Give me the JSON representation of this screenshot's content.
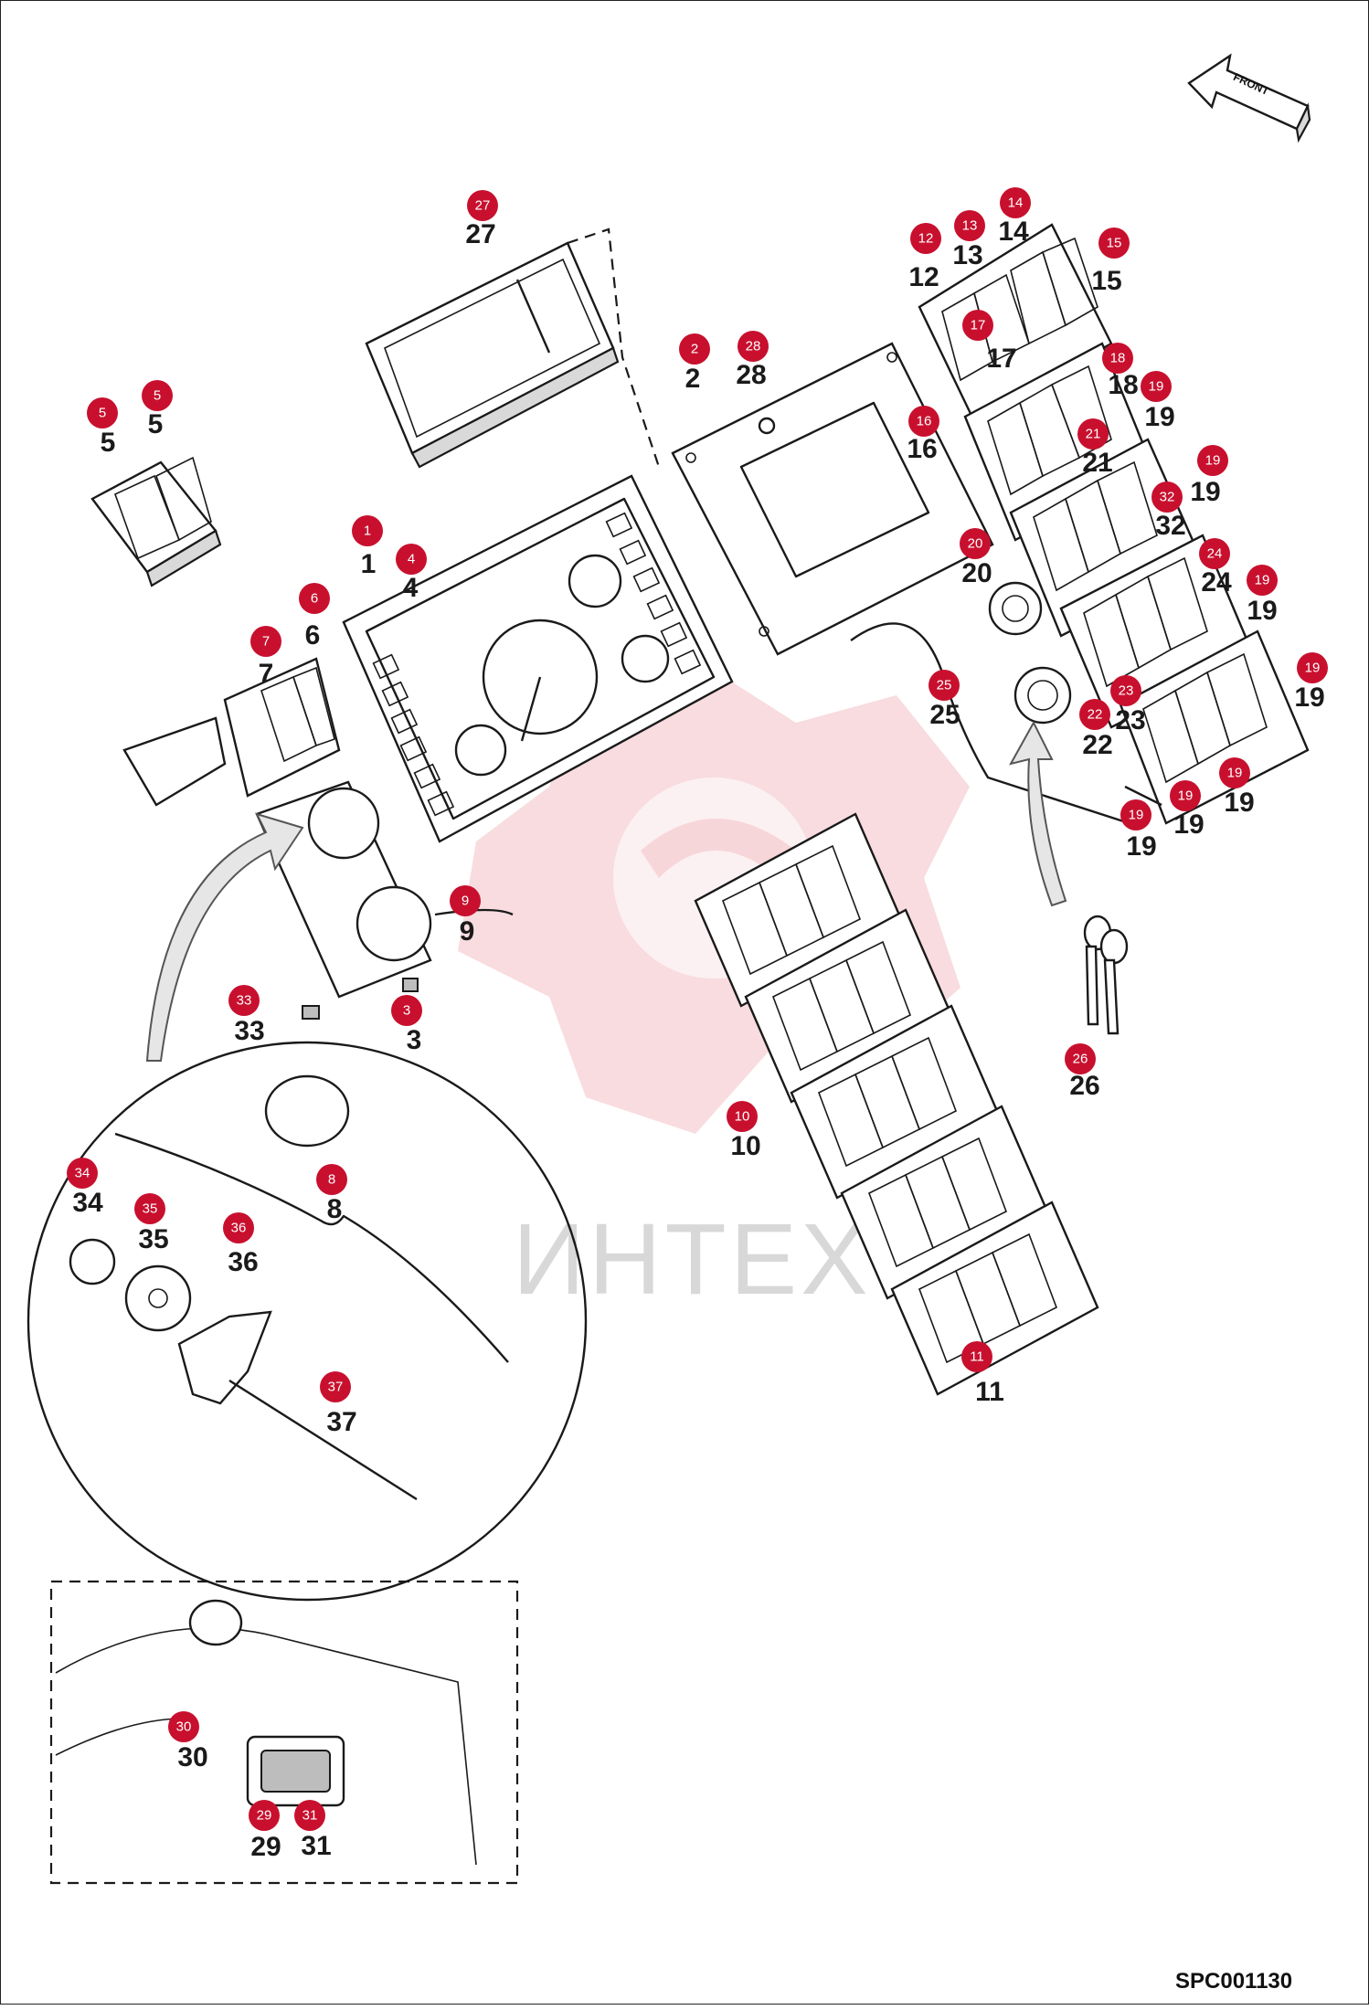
{
  "diagram": {
    "code": "SPC001130",
    "watermark": "ИНТЕХ",
    "front_arrow_label": "FRONT",
    "accent_color": "#c8102e",
    "callouts": [
      {
        "id": "c27",
        "label": "27"
      },
      {
        "id": "c14",
        "label": "14"
      },
      {
        "id": "c13",
        "label": "13"
      },
      {
        "id": "c12",
        "label": "12"
      },
      {
        "id": "c15",
        "label": "15"
      },
      {
        "id": "c17",
        "label": "17"
      },
      {
        "id": "c2",
        "label": "2"
      },
      {
        "id": "c28",
        "label": "28"
      },
      {
        "id": "c18",
        "label": "18"
      },
      {
        "id": "c19a",
        "label": "19"
      },
      {
        "id": "c16",
        "label": "16"
      },
      {
        "id": "c21",
        "label": "21"
      },
      {
        "id": "c19b",
        "label": "19"
      },
      {
        "id": "c32",
        "label": "32"
      },
      {
        "id": "c5a",
        "label": "5"
      },
      {
        "id": "c5b",
        "label": "5"
      },
      {
        "id": "c1",
        "label": "1"
      },
      {
        "id": "c4",
        "label": "4"
      },
      {
        "id": "c20",
        "label": "20"
      },
      {
        "id": "c24",
        "label": "24"
      },
      {
        "id": "c19c",
        "label": "19"
      },
      {
        "id": "c6",
        "label": "6"
      },
      {
        "id": "c7",
        "label": "7"
      },
      {
        "id": "c25",
        "label": "25"
      },
      {
        "id": "c19d",
        "label": "19"
      },
      {
        "id": "c23",
        "label": "23"
      },
      {
        "id": "c22",
        "label": "22"
      },
      {
        "id": "c19e",
        "label": "19"
      },
      {
        "id": "c19f",
        "label": "19"
      },
      {
        "id": "c19g",
        "label": "19"
      },
      {
        "id": "c9",
        "label": "9"
      },
      {
        "id": "c33",
        "label": "33"
      },
      {
        "id": "c3",
        "label": "3"
      },
      {
        "id": "c26",
        "label": "26"
      },
      {
        "id": "c10",
        "label": "10"
      },
      {
        "id": "c8",
        "label": "8"
      },
      {
        "id": "c34",
        "label": "34"
      },
      {
        "id": "c35",
        "label": "35"
      },
      {
        "id": "c36",
        "label": "36"
      },
      {
        "id": "c11",
        "label": "11"
      },
      {
        "id": "c37",
        "label": "37"
      },
      {
        "id": "c30",
        "label": "30"
      },
      {
        "id": "c29",
        "label": "29"
      },
      {
        "id": "c31",
        "label": "31"
      }
    ]
  }
}
